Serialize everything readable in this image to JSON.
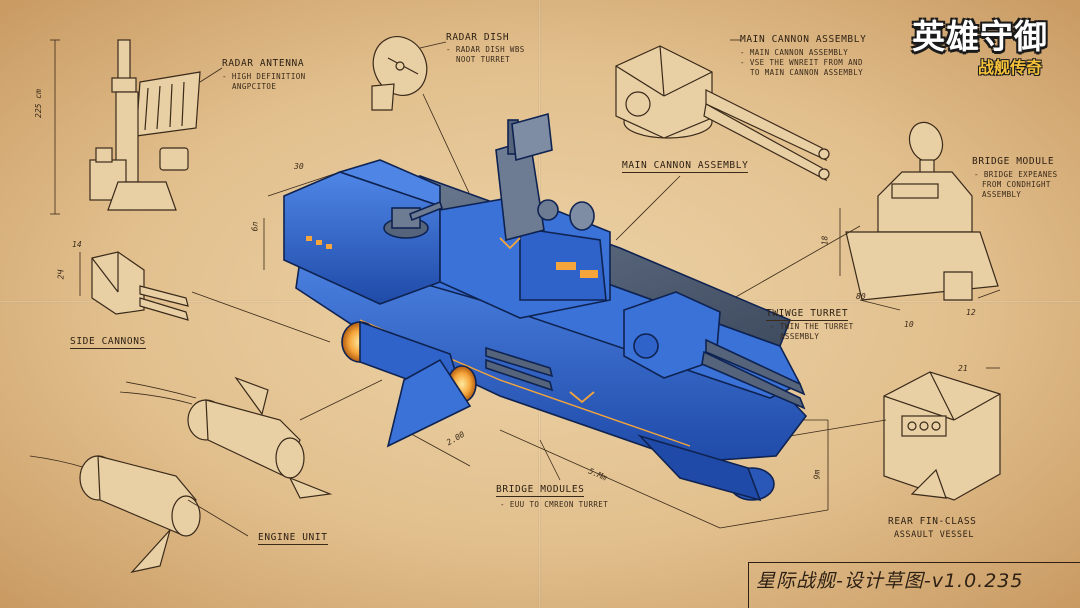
{
  "logo": {
    "title": "英雄守御",
    "subtitle": "战舰传奇"
  },
  "labels": {
    "radar_antenna": {
      "title": "RADAR ANTENNA",
      "lines": [
        "- HIGH DEFINITION",
        "ANGPCITOE"
      ],
      "dim": "225 cm"
    },
    "radar_dish": {
      "title": "RADAR DISH",
      "lines": [
        "- RADAR DISH WBS",
        "NOOT TURRET"
      ]
    },
    "main_cannon_top": {
      "title": "MAIN CANNON ASSEMBLY",
      "lines": [
        "- MAIN CANNON ASSEMBLY",
        "- VSE THE WNREIT FROM AND",
        "TO MAIN CANNON ASSEMBLY"
      ]
    },
    "main_cannon_mid": {
      "title": "MAIN CANNON ASSEMBLY"
    },
    "bridge_module": {
      "title": "BRIDGE MODULE",
      "lines": [
        "- BRIDGE EXPEANES",
        "FROM CONDHIGHT",
        "ASSEMBLY"
      ]
    },
    "twin_turret": {
      "title": "TWIWGE TURRET",
      "lines": [
        "- TWIN THE TURRET",
        "ASSEMBLY"
      ]
    },
    "side_cannons": {
      "title": "SIDE CANNONS"
    },
    "engine_unit": {
      "title": "ENGINE UNIT"
    },
    "bridge_modules": {
      "title": "BRIDGE MODULES",
      "lines": [
        "- EUU TO CMREON TURRET"
      ]
    },
    "rear_fin": {
      "title": "REAR FIN-CLASS",
      "lines": [
        "ASSAULT VESSEL"
      ]
    }
  },
  "dims": {
    "d30": "30",
    "d6a": "6л",
    "d14": "14",
    "d24": "2Ч",
    "d18": "18",
    "d80": "80",
    "d10": "10",
    "d12": "12",
    "d200": "2.00",
    "d5m": "5.Mm",
    "d9m": "9m",
    "d21": "21"
  },
  "footer": {
    "text": "星际战舰-设计草图-v1.0.235"
  },
  "colors": {
    "hull": "#2f63c9",
    "hull_dark": "#1f3f8f",
    "deck": "#55647a",
    "glow": "#f5a53a",
    "ink": "#2e2114"
  }
}
